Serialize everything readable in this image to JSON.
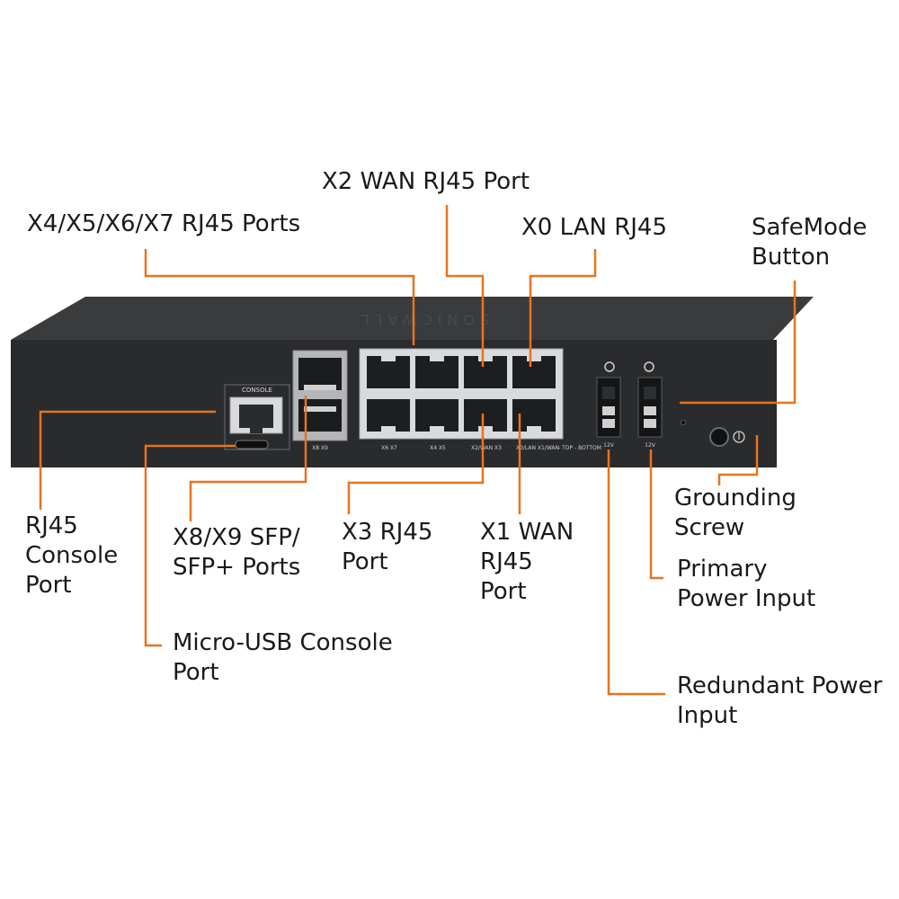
{
  "colors": {
    "callout": "#e8731e",
    "chassis": "#2a2b2d",
    "chassis_top": "#3a3b3d",
    "port_plate": "#d9dadb",
    "background": "#ffffff"
  },
  "device": {
    "console_silk": "CONSOLE",
    "port_silk": {
      "sfp": "X8 X9",
      "x6x7": "X6 X7",
      "x4x5": "X4 X5",
      "x2x3": "X2/WAN X3",
      "x0x1": "X0/LAN X1/WAN",
      "topbottom": "- TOP - BOTTOM",
      "psu2": "12V",
      "psu1": "12V"
    },
    "brand_mark": "SONICWALL"
  },
  "callouts": {
    "x2_wan": [
      "X2 WAN RJ45 Port"
    ],
    "x4_x7": [
      "X4/X5/X6/X7 RJ45 Ports"
    ],
    "x0_lan": [
      "X0 LAN RJ45"
    ],
    "safemode": [
      "SafeMode",
      "Button"
    ],
    "rj45_console": [
      "RJ45",
      "Console",
      "Port"
    ],
    "sfp": [
      "X8/X9 SFP/",
      "SFP+ Ports"
    ],
    "x3": [
      "X3 RJ45",
      "Port"
    ],
    "x1_wan": [
      "X1 WAN",
      "RJ45",
      "Port"
    ],
    "grounding": [
      "Grounding",
      "Screw"
    ],
    "primary_power": [
      "Primary",
      "Power Input"
    ],
    "micro_usb": [
      "Micro-USB Console",
      "Port"
    ],
    "redundant_power": [
      "Redundant Power",
      "Input"
    ]
  }
}
